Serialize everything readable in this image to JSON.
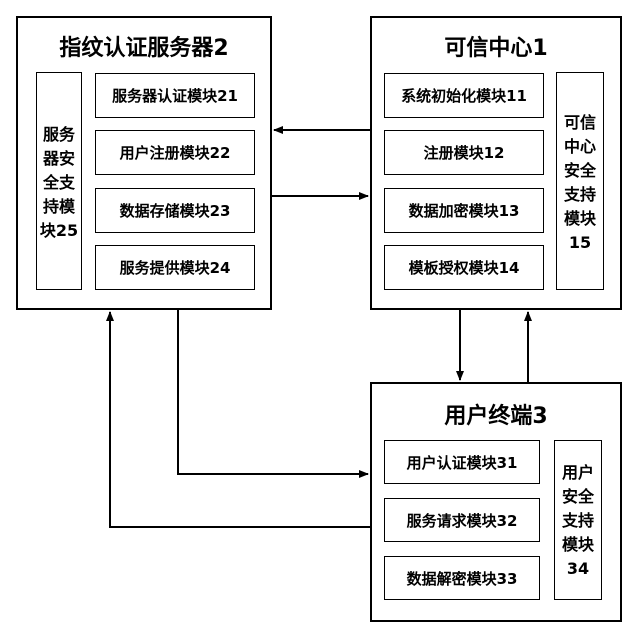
{
  "server": {
    "title": "指纹认证服务器2",
    "security_module_lines": [
      "服务",
      "器安",
      "全支",
      "持模",
      "块25"
    ],
    "modules": [
      "服务器认证模块21",
      "用户注册模块22",
      "数据存储模块23",
      "服务提供模块24"
    ]
  },
  "trust_center": {
    "title": "可信中心1",
    "modules": [
      "系统初始化模块11",
      "注册模块12",
      "数据加密模块13",
      "模板授权模块14"
    ],
    "security_module_lines": [
      "可信",
      "中心",
      "安全",
      "支持",
      "模块",
      "15"
    ]
  },
  "terminal": {
    "title": "用户终端3",
    "modules": [
      "用户认证模块31",
      "服务请求模块32",
      "数据解密模块33"
    ],
    "security_module_lines": [
      "用户",
      "安全",
      "支持",
      "模块",
      "34"
    ]
  }
}
